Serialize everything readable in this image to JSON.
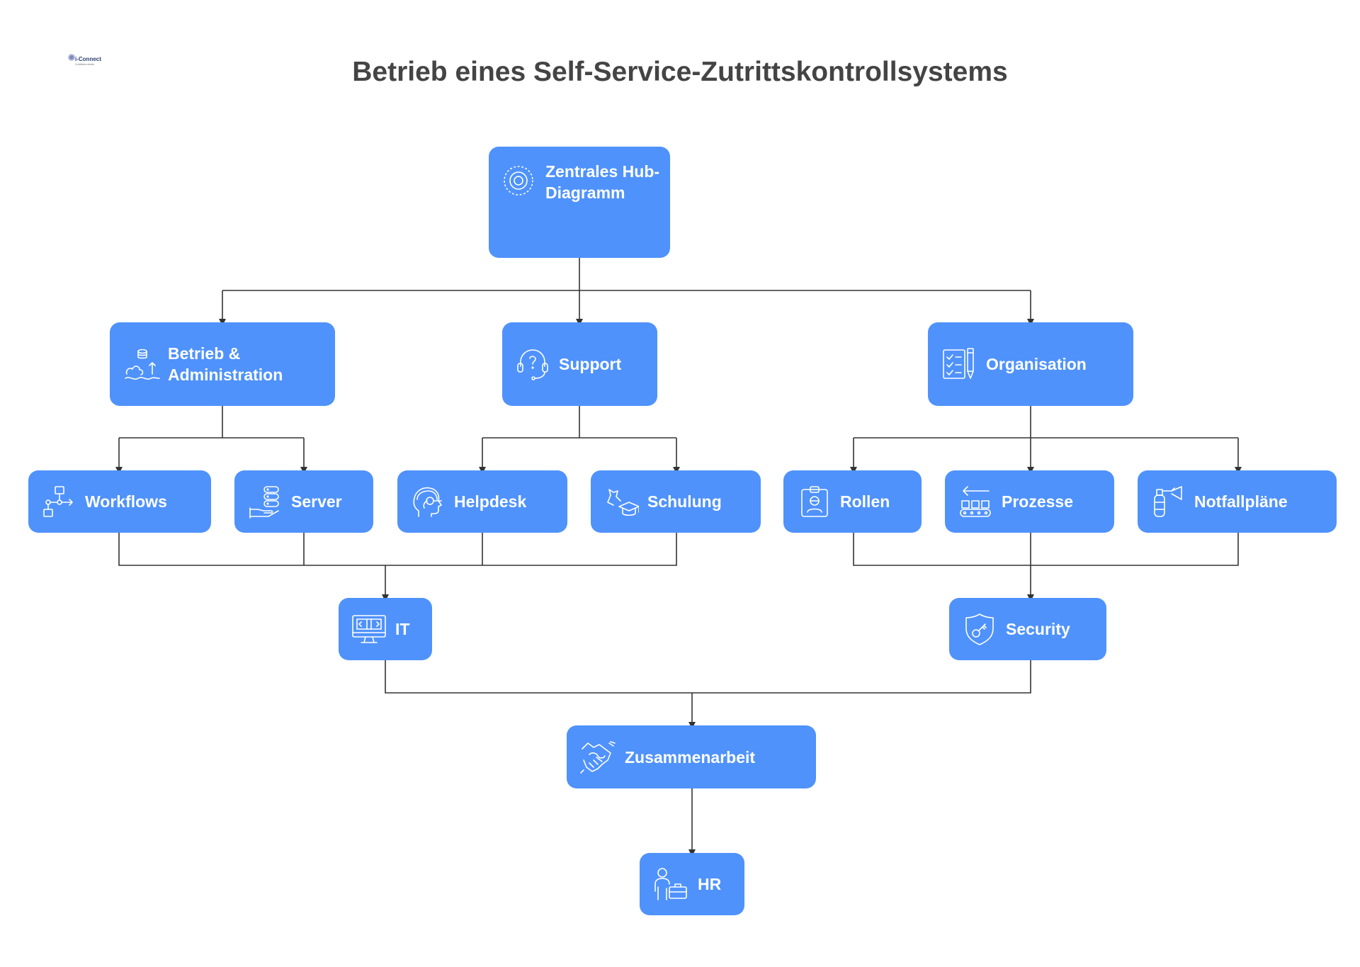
{
  "title": "Betrieb eines Self-Service-Zutrittskontrollsystems",
  "logo": {
    "text": "i-Connect",
    "sub": "Zutrittskontrolle"
  },
  "colors": {
    "node": "#4f92fc",
    "connector": "#333333",
    "title": "#444444",
    "text": "#ffffff"
  },
  "nodes": {
    "hub": {
      "label": "Zentrales Hub-Diagramm",
      "icon": "hub-radial-icon"
    },
    "betrieb": {
      "label": "Betrieb & Administration",
      "icon": "database-cloud-icon"
    },
    "support": {
      "label": "Support",
      "icon": "headset-question-icon"
    },
    "organisation": {
      "label": "Organisation",
      "icon": "checklist-pen-icon"
    },
    "workflows": {
      "label": "Workflows",
      "icon": "workflow-icon"
    },
    "server": {
      "label": "Server",
      "icon": "server-stack-icon"
    },
    "helpdesk": {
      "label": "Helpdesk",
      "icon": "helpdesk-person-icon"
    },
    "schulung": {
      "label": "Schulung",
      "icon": "graduation-icon"
    },
    "rollen": {
      "label": "Rollen",
      "icon": "id-badge-icon"
    },
    "prozesse": {
      "label": "Prozesse",
      "icon": "conveyor-icon"
    },
    "notfallplaene": {
      "label": "Notfallpläne",
      "icon": "fire-extinguisher-icon"
    },
    "it": {
      "label": "IT",
      "icon": "monitor-code-icon"
    },
    "security": {
      "label": "Security",
      "icon": "shield-key-icon"
    },
    "zusammenarbeit": {
      "label": "Zusammenarbeit",
      "icon": "handshake-icon"
    },
    "hr": {
      "label": "HR",
      "icon": "person-briefcase-icon"
    }
  }
}
